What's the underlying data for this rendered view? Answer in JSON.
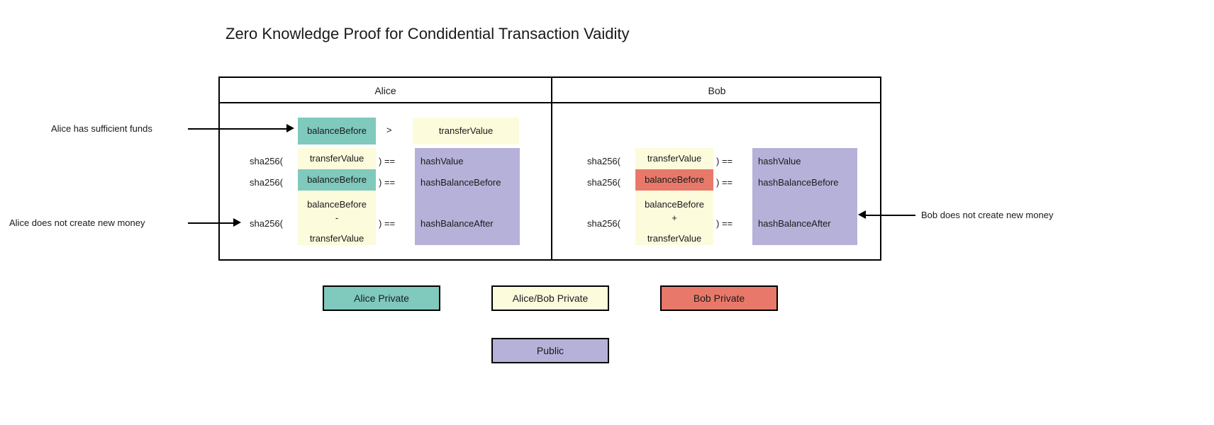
{
  "title": "Zero Knowledge Proof for Condidential Transaction Vaidity",
  "colors": {
    "alice_private": "#7fc9bd",
    "shared_private": "#fcfbdc",
    "bob_private": "#e8796a",
    "public": "#b5b1d8",
    "stroke": "#000000",
    "background": "#ffffff"
  },
  "table": {
    "columns": [
      {
        "header": "Alice"
      },
      {
        "header": "Bob"
      }
    ],
    "alice": {
      "sufficiency_row": {
        "left_value": "balanceBefore",
        "operator": ">",
        "right_value": "transferValue"
      },
      "hash_rows": [
        {
          "fn_open": "sha256(",
          "argument": "transferValue",
          "fn_close": ") ==",
          "result": "hashValue"
        },
        {
          "fn_open": "sha256(",
          "argument": "balanceBefore",
          "fn_close": ") ==",
          "result": "hashBalanceBefore"
        },
        {
          "fn_open": "sha256(",
          "argument_lines": [
            "balanceBefore",
            "-",
            "transferValue"
          ],
          "fn_close": ") ==",
          "result": "hashBalanceAfter"
        }
      ]
    },
    "bob": {
      "hash_rows": [
        {
          "fn_open": "sha256(",
          "argument": "transferValue",
          "fn_close": ") ==",
          "result": "hashValue"
        },
        {
          "fn_open": "sha256(",
          "argument": "balanceBefore",
          "fn_close": ") ==",
          "result": "hashBalanceBefore"
        },
        {
          "fn_open": "sha256(",
          "argument_lines": [
            "balanceBefore",
            "+",
            "transferValue"
          ],
          "fn_close": ") ==",
          "result": "hashBalanceAfter"
        }
      ]
    }
  },
  "annotations": {
    "left_top": "Alice has sufficient funds",
    "left_bottom": "Alice does not create new money",
    "right": "Bob does not create new money"
  },
  "legend": {
    "row1": [
      {
        "label": "Alice Private",
        "color": "#7fc9bd"
      },
      {
        "label": "Alice/Bob Private",
        "color": "#fcfbdc"
      },
      {
        "label": "Bob Private",
        "color": "#e8796a"
      }
    ],
    "row2": [
      {
        "label": "Public",
        "color": "#b5b1d8"
      }
    ]
  }
}
